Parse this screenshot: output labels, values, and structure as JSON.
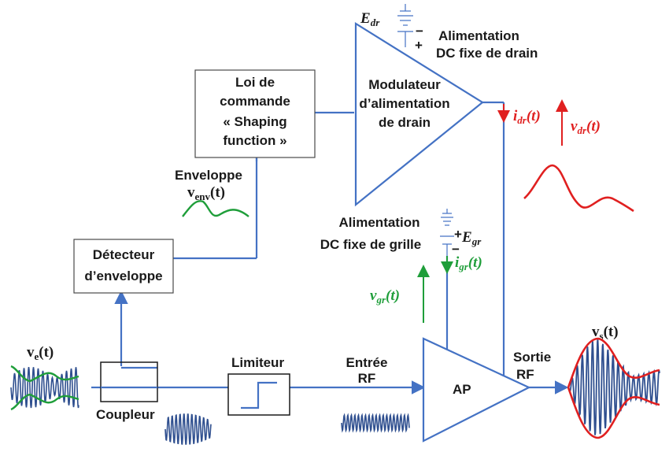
{
  "colors": {
    "wire": "#4472c4",
    "red": "#e02020",
    "green": "#1f9e3a",
    "dark": "#1a1a1a",
    "signal": "#2f4f8f"
  },
  "labels": {
    "edr_main": "E",
    "edr_sub": "dr",
    "minus": "−",
    "plus": "+",
    "alim_drain_1": "Alimentation",
    "alim_drain_2": "DC fixe de drain",
    "loi_1": "Loi de",
    "loi_2": "commande",
    "loi_3": "« Shaping",
    "loi_4": "function »",
    "mod_1": "Modulateur",
    "mod_2": "d’alimentation",
    "mod_3": "de drain",
    "idr_main": "i",
    "idr_sub": "dr",
    "idr_arg": "(t)",
    "vdr_main": "v",
    "vdr_sub": "dr",
    "vdr_arg": "(t)",
    "env_1": "Enveloppe",
    "venv_main": "v",
    "venv_sub": "env",
    "venv_arg": "(t)",
    "alim_grille_1": "Alimentation",
    "alim_grille_2": "DC fixe de grille",
    "egr_main": "E",
    "egr_sub": "gr",
    "igr_main": "i",
    "igr_sub": "gr",
    "igr_arg": "(t)",
    "vgr_main": "v",
    "vgr_sub": "gr",
    "vgr_arg": "(t)",
    "det_1": "Détecteur",
    "det_2": "d’enveloppe",
    "ve_main": "v",
    "ve_sub": "e",
    "ve_arg": "(t)",
    "coupleur": "Coupleur",
    "limiteur": "Limiteur",
    "entree_1": "Entrée",
    "entree_2": "RF",
    "ap": "AP",
    "sortie_1": "Sortie",
    "sortie_2": "RF",
    "vs_main": "v",
    "vs_sub": "s",
    "vs_arg": "(t)"
  }
}
